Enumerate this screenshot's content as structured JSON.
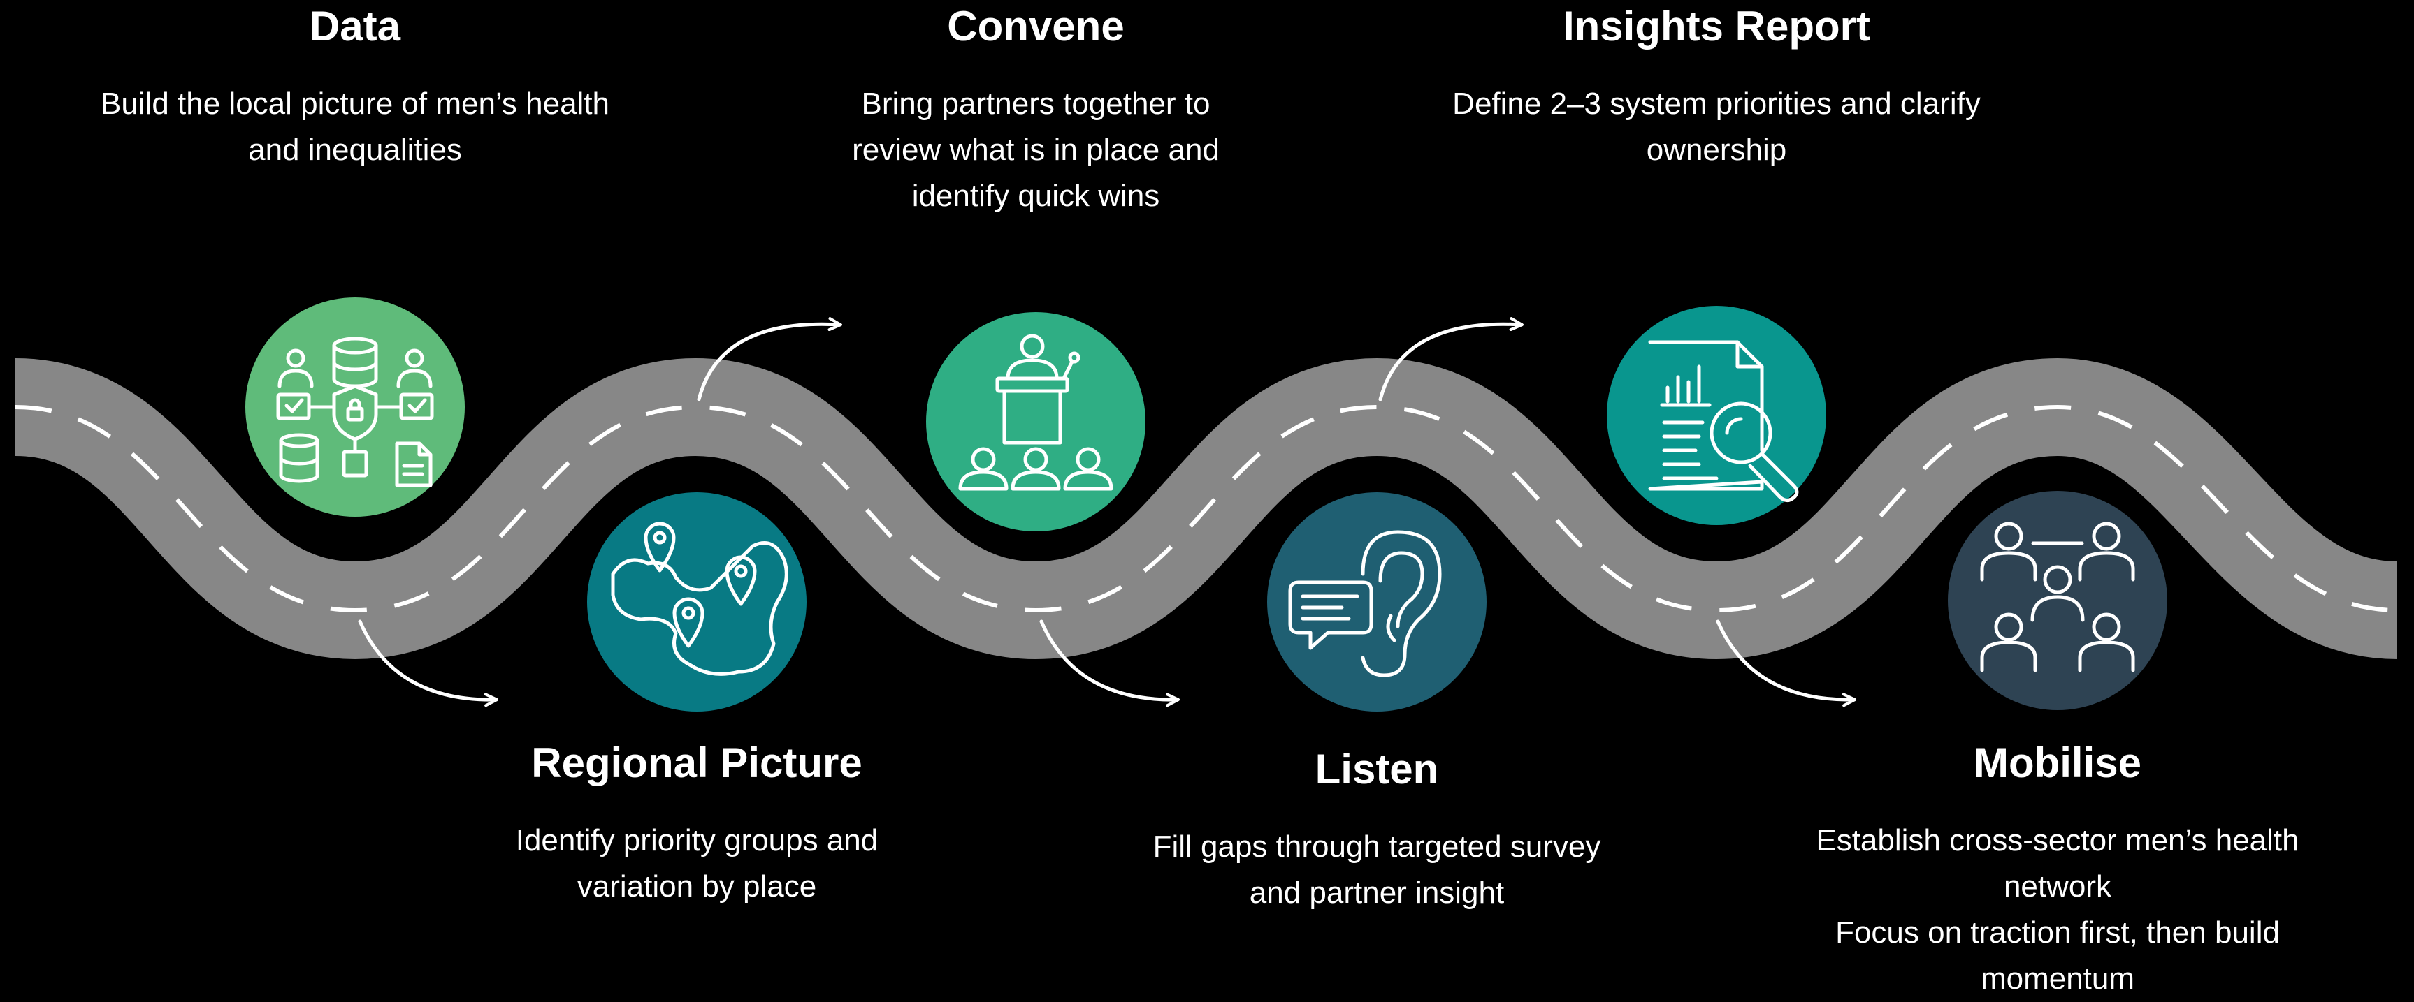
{
  "stages": [
    {
      "title": "Data",
      "desc": "Build the local picture of men’s health and inequalities",
      "color": "#5fbb7a",
      "icon": "data-governance-icon"
    },
    {
      "title": "Regional Picture",
      "desc": "Identify priority groups and variation by place",
      "color": "#087a84",
      "icon": "map-pins-icon"
    },
    {
      "title": "Convene",
      "desc": "Bring partners together to review what is in place and identify quick wins",
      "color": "#2fae84",
      "icon": "presenter-audience-icon"
    },
    {
      "title": "Listen",
      "desc": "Fill gaps through targeted survey and partner insight",
      "color": "#1f5f72",
      "icon": "ear-speech-icon"
    },
    {
      "title": "Insights Report",
      "desc": "Define 2–3 system priorities and clarify ownership",
      "color": "#09968e",
      "icon": "report-magnifier-icon"
    },
    {
      "title": "Mobilise",
      "desc": "Establish cross-sector men’s health network\nFocus on traction first, then build momentum",
      "color": "#2e4353",
      "icon": "people-network-icon"
    }
  ],
  "colors": {
    "background": "#000000",
    "road": "#878787",
    "road_dash": "#ffffff",
    "text": "#ffffff"
  }
}
